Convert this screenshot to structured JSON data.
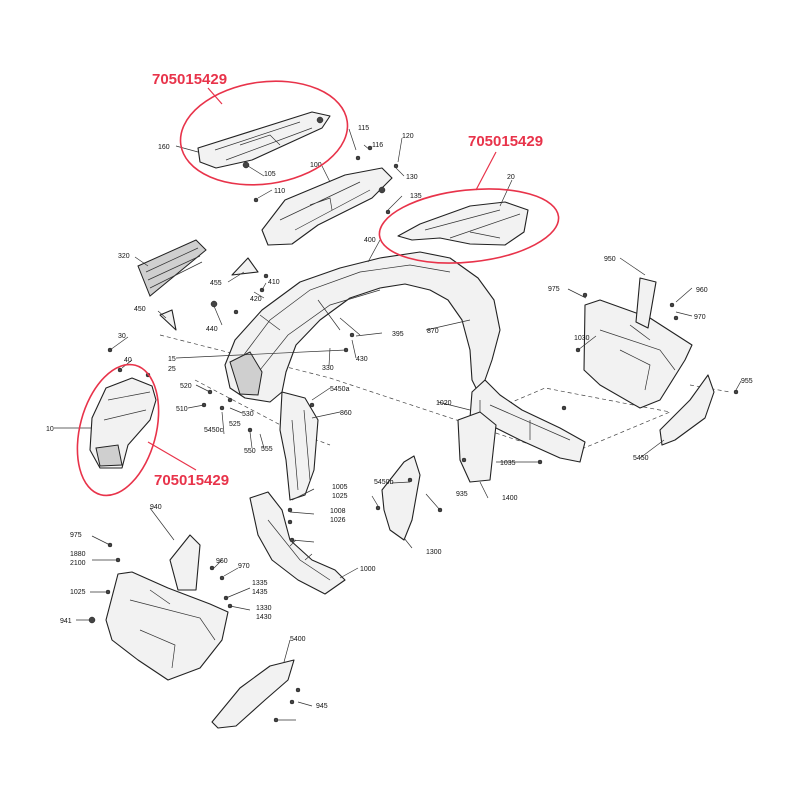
{
  "callouts": [
    {
      "part_number": "705015429"
    },
    {
      "part_number": "705015429"
    },
    {
      "part_number": "705015429"
    }
  ],
  "labels": [
    "160",
    "105",
    "115",
    "116",
    "120",
    "100",
    "130",
    "110",
    "135",
    "20",
    "320",
    "455",
    "410",
    "420",
    "400",
    "440",
    "450",
    "30",
    "40",
    "15",
    "25",
    "395",
    "330",
    "430",
    "870",
    "950",
    "975",
    "960",
    "1030",
    "970",
    "955",
    "10",
    "520",
    "510",
    "530",
    "525",
    "5450c",
    "5450a",
    "860",
    "550",
    "555",
    "1020",
    "1035",
    "5450b",
    "935",
    "1400",
    "5450",
    "1005",
    "1025",
    "1008",
    "1026",
    "1000",
    "1300",
    "940",
    "975",
    "1880",
    "2100",
    "960",
    "970",
    "1335",
    "1435",
    "1025",
    "1330",
    "1430",
    "941",
    "5400",
    "945"
  ]
}
